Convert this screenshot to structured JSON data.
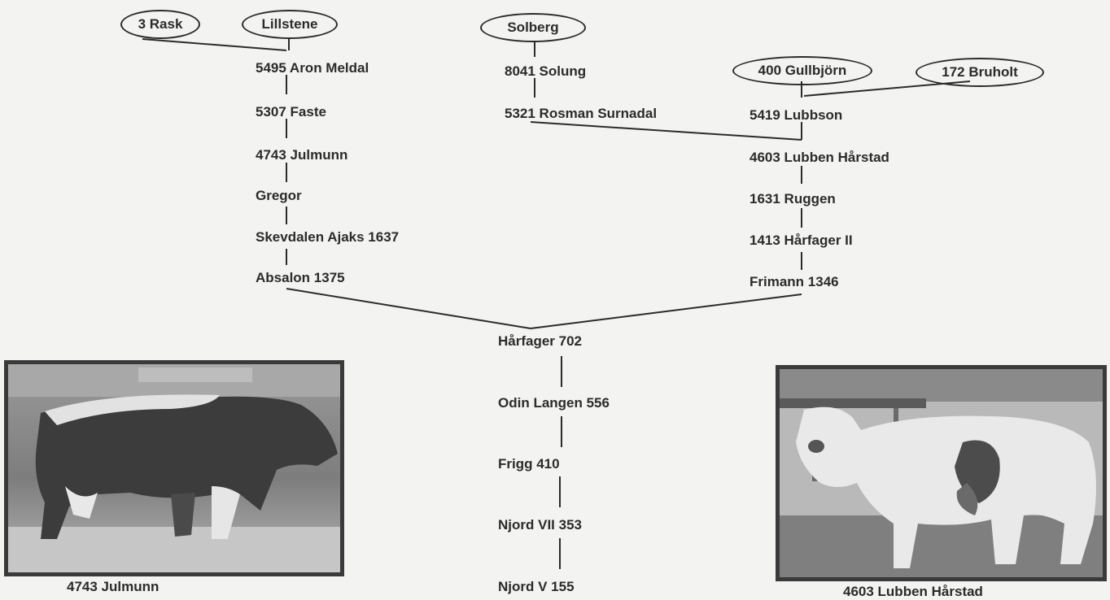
{
  "ovals": {
    "rask": "3 Rask",
    "lillstene": "Lillstene",
    "solberg": "Solberg",
    "gullbjorn": "400 Gullbjörn",
    "bruholt": "172 Bruholt"
  },
  "left_chain": [
    "5495 Aron Meldal",
    "5307 Faste",
    "4743 Julmunn",
    "Gregor",
    "Skevdalen Ajaks 1637",
    "Absalon 1375"
  ],
  "middle_top": [
    "8041 Solung",
    "5321 Rosman Surnadal"
  ],
  "right_chain": [
    "5419 Lubbson",
    "4603 Lubben Hårstad",
    "1631 Ruggen",
    "1413 Hårfager II",
    "Frimann 1346"
  ],
  "bottom_chain": [
    "Hårfager 702",
    "Odin Langen 556",
    "Frigg 410",
    "Njord VII 353",
    "Njord V 155"
  ],
  "photos": {
    "left_caption": "4743 Julmunn",
    "right_caption": "4603 Lubben Hårstad"
  }
}
